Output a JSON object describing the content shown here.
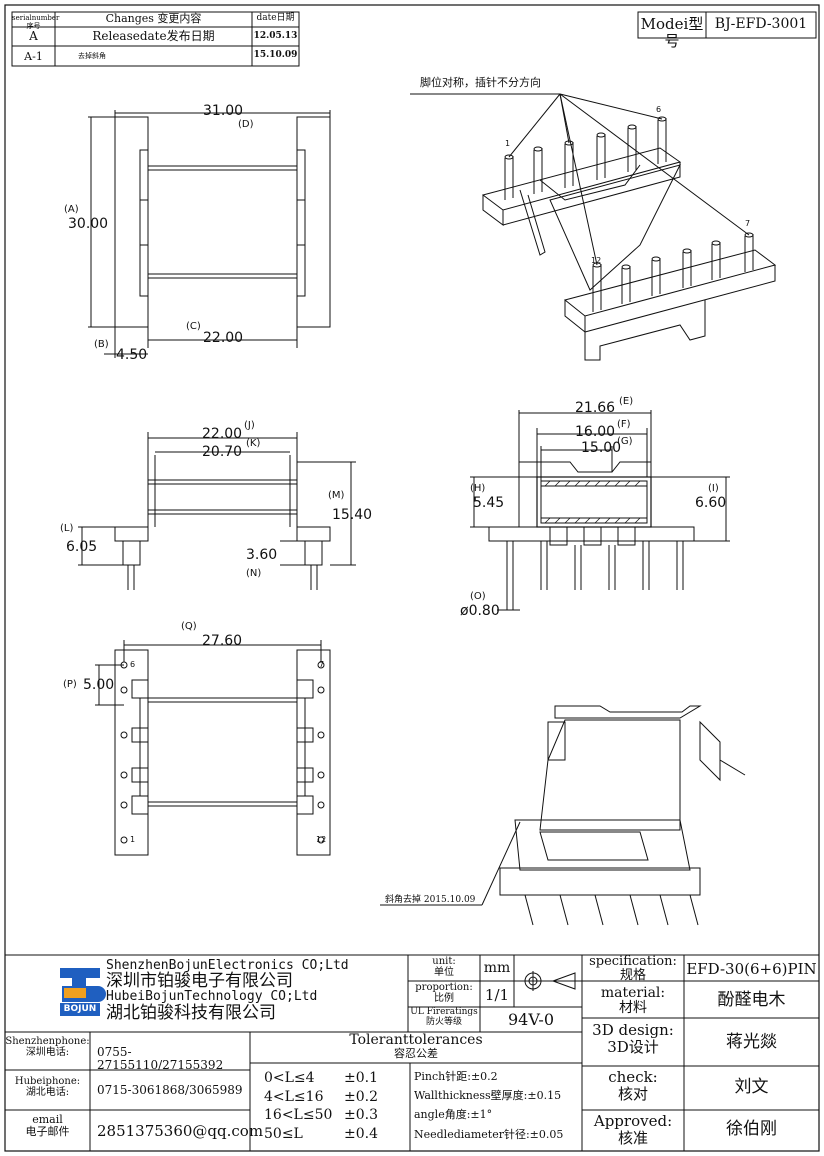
{
  "revision_table": {
    "headers": {
      "serial": "serialnumber序号",
      "changes": "Changes 变更内容",
      "date": "date日期"
    },
    "rows": [
      {
        "serial": "A",
        "change": "Releasedate发布日期",
        "date": "12.05.13"
      },
      {
        "serial": "A-1",
        "change": "去掉斜角",
        "date": "15.10.09"
      }
    ]
  },
  "model_box": {
    "label": "Modei型号",
    "value": "BJ-EFD-3001"
  },
  "annotations": {
    "pin_note": "脚位对称，插针不分方向",
    "chamfer_note": "斜角去掉 2015.10.09",
    "pin_1": "1",
    "pin_6": "6",
    "pin_7": "7",
    "pin_12": "12"
  },
  "dimensions": {
    "D": {
      "letter": "(D)",
      "value": "31.00"
    },
    "A": {
      "letter": "(A)",
      "value": "30.00"
    },
    "C": {
      "letter": "(C)",
      "value": "22.00"
    },
    "B": {
      "letter": "(B)",
      "value": "4.50"
    },
    "J": {
      "letter": "(J)",
      "value": "22.00"
    },
    "K": {
      "letter": "(K)",
      "value": "20.70"
    },
    "M": {
      "letter": "(M)",
      "value": "15.40"
    },
    "L": {
      "letter": "(L)",
      "value": "6.05"
    },
    "N": {
      "letter": "(N)",
      "value": "3.60"
    },
    "E": {
      "letter": "(E)",
      "value": "21.66"
    },
    "F": {
      "letter": "(F)",
      "value": "16.00"
    },
    "G": {
      "letter": "(G)",
      "value": "15.00"
    },
    "H": {
      "letter": "(H)",
      "value": "5.45"
    },
    "I": {
      "letter": "(I)",
      "value": "6.60"
    },
    "O": {
      "letter": "(O)",
      "value": "ø0.80"
    },
    "Q": {
      "letter": "(Q)",
      "value": "27.60"
    },
    "P": {
      "letter": "(P)",
      "value": "5.00"
    }
  },
  "title_block": {
    "company": {
      "line1": "ShenzhenBojunElectronics CO;Ltd",
      "line2": "深圳市铂骏电子有限公司",
      "line3": "HubeiBojunTechnology CO;Ltd",
      "line4": "湖北铂骏科技有限公司",
      "logo_text": "BOJUN"
    },
    "unit_label": "unit:\n单位",
    "unit_value": "mm",
    "proportion_label": "proportion:\n比例",
    "proportion_value": "1/1",
    "firerating_label": "UL Fireratings\n防火等级",
    "firerating_value": "94V-0",
    "spec_label": "specification:\n规格",
    "spec_value": "EFD-30(6+6)PIN",
    "material_label": "material:\n材料",
    "material_value": "酚醛电木",
    "design_label": "3D design:\n3D设计",
    "design_value": "蒋光燚",
    "check_label": "check:\n核对",
    "check_value": "刘文",
    "approved_label": "Approved:\n核准",
    "approved_value": "徐伯刚",
    "contacts": [
      {
        "label": "Shenzhenphone:\n深圳电话:",
        "value": "0755-27155110/27155392"
      },
      {
        "label": "Hubeiphone:\n湖北电话:",
        "value": "0715-3061868/3065989"
      },
      {
        "label": "email\n电子邮件",
        "value": "2851375360@qq.com"
      }
    ],
    "tolerances_title": "Toleranttolerances",
    "tolerances_subtitle": "容忍公差",
    "tol_ranges": [
      {
        "range": "0<L≤4",
        "tol": "±0.1"
      },
      {
        "range": "4<L≤16",
        "tol": "±0.2"
      },
      {
        "range": "16<L≤50",
        "tol": "±0.3"
      },
      {
        "range": "50≤L",
        "tol": "±0.4"
      }
    ],
    "tol_specs": [
      "Pinch针距:±0.2",
      "Wallthickness壁厚度:±0.15",
      "angle角度:±1°",
      "Needlediameter针径:±0.05"
    ]
  },
  "colors": {
    "logo_blue": "#1f5fc0",
    "logo_orange": "#f0a020"
  }
}
